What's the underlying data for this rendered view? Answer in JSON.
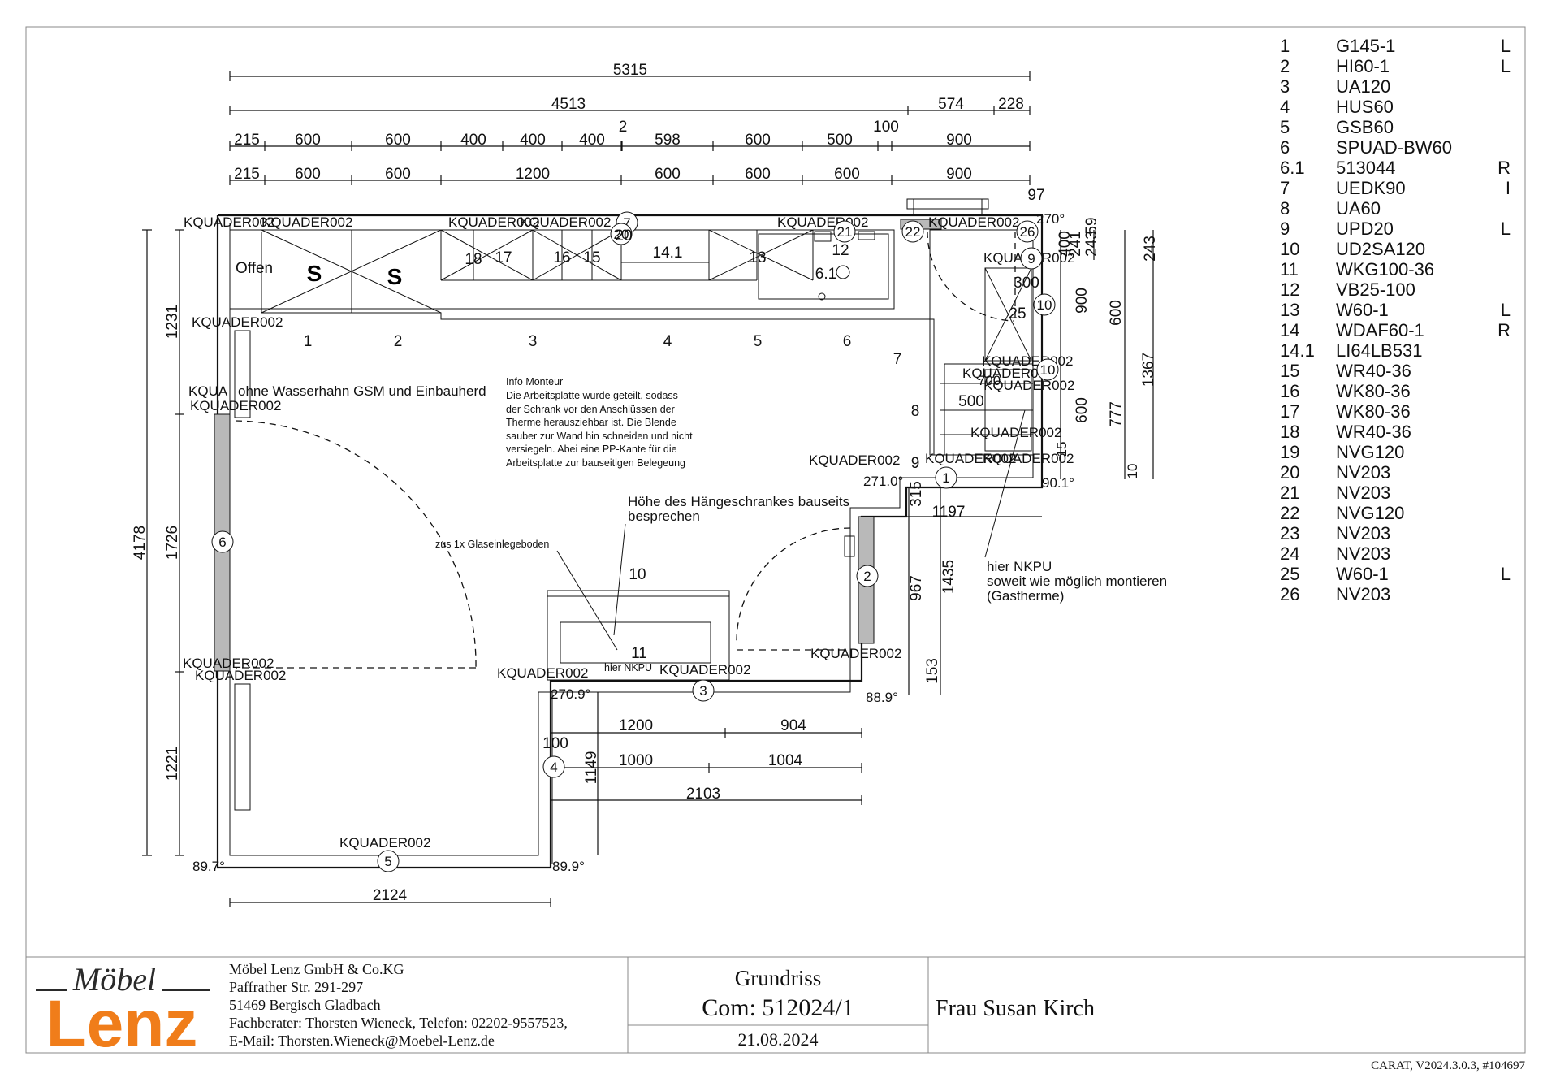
{
  "legend": [
    {
      "no": "1",
      "code": "G145-1",
      "side": "L"
    },
    {
      "no": "2",
      "code": "HI60-1",
      "side": "L"
    },
    {
      "no": "3",
      "code": "UA120",
      "side": ""
    },
    {
      "no": "4",
      "code": "HUS60",
      "side": ""
    },
    {
      "no": "5",
      "code": "GSB60",
      "side": ""
    },
    {
      "no": "6",
      "code": "SPUAD-BW60",
      "side": ""
    },
    {
      "no": "6.1",
      "code": "513044",
      "side": "R"
    },
    {
      "no": "7",
      "code": "UEDK90",
      "side": "I"
    },
    {
      "no": "8",
      "code": "UA60",
      "side": ""
    },
    {
      "no": "9",
      "code": "UPD20",
      "side": "L"
    },
    {
      "no": "10",
      "code": "UD2SA120",
      "side": ""
    },
    {
      "no": "11",
      "code": "WKG100-36",
      "side": ""
    },
    {
      "no": "12",
      "code": "VB25-100",
      "side": ""
    },
    {
      "no": "13",
      "code": "W60-1",
      "side": "L"
    },
    {
      "no": "14",
      "code": "WDAF60-1",
      "side": "R"
    },
    {
      "no": "14.1",
      "code": "LI64LB531",
      "side": ""
    },
    {
      "no": "15",
      "code": "WR40-36",
      "side": ""
    },
    {
      "no": "16",
      "code": "WK80-36",
      "side": ""
    },
    {
      "no": "17",
      "code": "WK80-36",
      "side": ""
    },
    {
      "no": "18",
      "code": "WR40-36",
      "side": ""
    },
    {
      "no": "19",
      "code": "NVG120",
      "side": ""
    },
    {
      "no": "20",
      "code": "NV203",
      "side": ""
    },
    {
      "no": "21",
      "code": "NV203",
      "side": ""
    },
    {
      "no": "22",
      "code": "NVG120",
      "side": ""
    },
    {
      "no": "23",
      "code": "NV203",
      "side": ""
    },
    {
      "no": "24",
      "code": "NV203",
      "side": ""
    },
    {
      "no": "25",
      "code": "W60-1",
      "side": "L"
    },
    {
      "no": "26",
      "code": "NV203",
      "side": ""
    }
  ],
  "dims": {
    "total": "5315",
    "d4513": "4513",
    "d574": "574",
    "d228": "228",
    "row1": [
      "215",
      "600",
      "600",
      "400",
      "400",
      "400",
      "598",
      "600",
      "500",
      "900"
    ],
    "d2": "2",
    "d100": "100",
    "row2": [
      "215",
      "600",
      "600",
      "1200",
      "600",
      "600",
      "600",
      "900"
    ],
    "d97": "97",
    "left": [
      "4178",
      "1231",
      "1726",
      "1221"
    ],
    "right": [
      "59",
      "241",
      "243",
      "400",
      "243",
      "900",
      "600",
      "1367",
      "777",
      "600",
      "10",
      "15",
      "315",
      "967",
      "1435",
      "153",
      "300",
      "500",
      "700"
    ],
    "d1197": "1197",
    "bottom": [
      "1200",
      "904",
      "1000",
      "1004",
      "2103",
      "2124",
      "100",
      "1149"
    ],
    "angles": [
      "89.7°",
      "89.9°",
      "270.9°",
      "88.9°",
      "271.0°",
      "90.1°",
      "270°"
    ]
  },
  "labels": {
    "kquader": "KQUADER002",
    "offen": "Offen",
    "sink_s": "S",
    "gsm_note": "ohne Wasserhahn GSM und Einbauherd",
    "kqua": "KQUA",
    "info_title": "Info Monteur",
    "info_lines": [
      "Die Arbeitsplatte wurde geteilt, sodass",
      "der Schrank vor den Anschlüssen der",
      "Therme herausziehbar ist. Die Blende",
      "sauber zur Wand hin schneiden und nicht",
      "versiegeln. Abei eine PP-Kante für die",
      "Arbeitsplatte zur bauseitigen Belegeung"
    ],
    "haenge_1": "Höhe des Hängeschrankes bauseits",
    "haenge_2": "besprechen",
    "glas": "zus 1x Glaseinlegeboden",
    "nkpu_small": "hier NKPU",
    "nkpu_1": "hier NKPU",
    "nkpu_2": "soweit wie möglich montieren",
    "nkpu_3": "(Gastherme)",
    "cab_nums": [
      "1",
      "2",
      "3",
      "4",
      "5",
      "6",
      "7",
      "8",
      "9",
      "10",
      "11",
      "12",
      "13",
      "14.1",
      "15",
      "16",
      "17",
      "18",
      "20",
      "21",
      "22",
      "25",
      "26",
      "6.1"
    ]
  },
  "footer": {
    "logo_top": "Möbel",
    "logo_main": "Lenz",
    "company": "Möbel Lenz GmbH & Co.KG",
    "street": "Paffrather Str. 291-297",
    "city": "51469 Bergisch Gladbach",
    "advisor": "Fachberater: Thorsten Wieneck, Telefon: 02202-9557523,",
    "email": "E-Mail: Thorsten.Wieneck@Moebel-Lenz.de",
    "title": "Grundriss",
    "commission": "Com: 512024/1",
    "date": "21.08.2024",
    "customer": "Frau Susan Kirch",
    "version": "CARAT,  V2024.3.0.3,  #104697"
  },
  "colors": {
    "logo_orange": "#f07d1a",
    "logo_dark": "#2a2a2a",
    "wall_grey": "#b9b9b9"
  }
}
